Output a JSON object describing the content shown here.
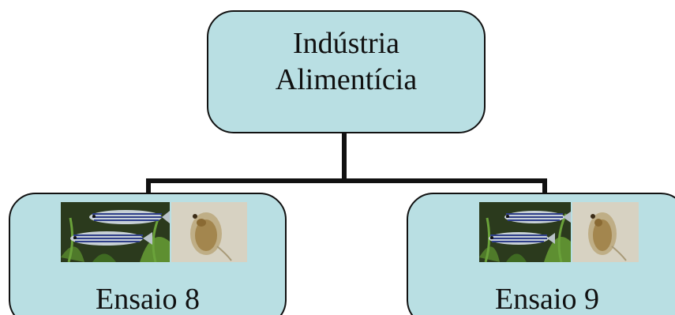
{
  "root": {
    "label_line1": "Indústria",
    "label_line2": "Alimentícia"
  },
  "children": [
    {
      "label": "Ensaio 8",
      "images": [
        "zebrafish-photo",
        "daphnia-photo"
      ]
    },
    {
      "label": "Ensaio 9",
      "images": [
        "zebrafish-photo",
        "daphnia-photo"
      ]
    }
  ],
  "colors": {
    "box_fill": "#b9dfe3",
    "outline": "#111111",
    "background": "#ffffff"
  }
}
